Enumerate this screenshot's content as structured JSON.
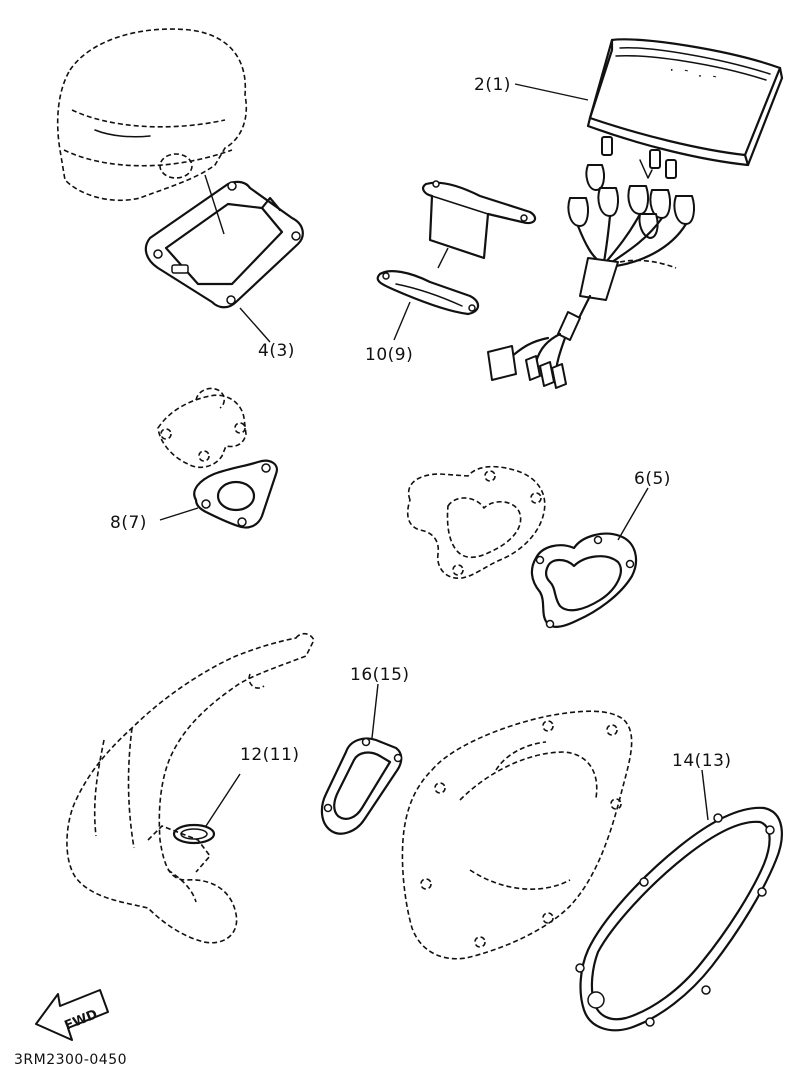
{
  "callouts": {
    "meter": "2(1)",
    "cylinder_gasket": "4(3)",
    "reed_gasket": "10(9)",
    "thermo_gasket": "8(7)",
    "pump_gasket": "6(5)",
    "clutch_gasket": "16(15)",
    "exhaust_gasket": "12(11)",
    "crankcase_gasket": "14(13)"
  },
  "fwd_label": "FWD",
  "diagram_code": "3RM2300-0450"
}
